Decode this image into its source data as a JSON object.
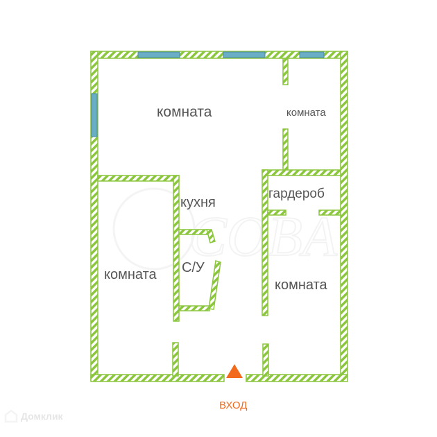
{
  "plan": {
    "colors": {
      "wall_stroke": "#8cc63f",
      "wall_fill": "#ffffff",
      "window": "#6aaec6",
      "window_stroke": "#4a8aa0",
      "text": "#555555",
      "entrance": "#f26a1b",
      "watermark": "#ececec"
    },
    "rooms": [
      {
        "label": "комната"
      },
      {
        "label": "комната"
      },
      {
        "label": "кухня"
      },
      {
        "label": "гардероб"
      },
      {
        "label": "С/У"
      },
      {
        "label": "комната"
      },
      {
        "label": "комната"
      }
    ],
    "entrance": {
      "label": "ВХОД"
    },
    "watermarks": {
      "center": "СОВА",
      "corner": "Домклик"
    }
  }
}
